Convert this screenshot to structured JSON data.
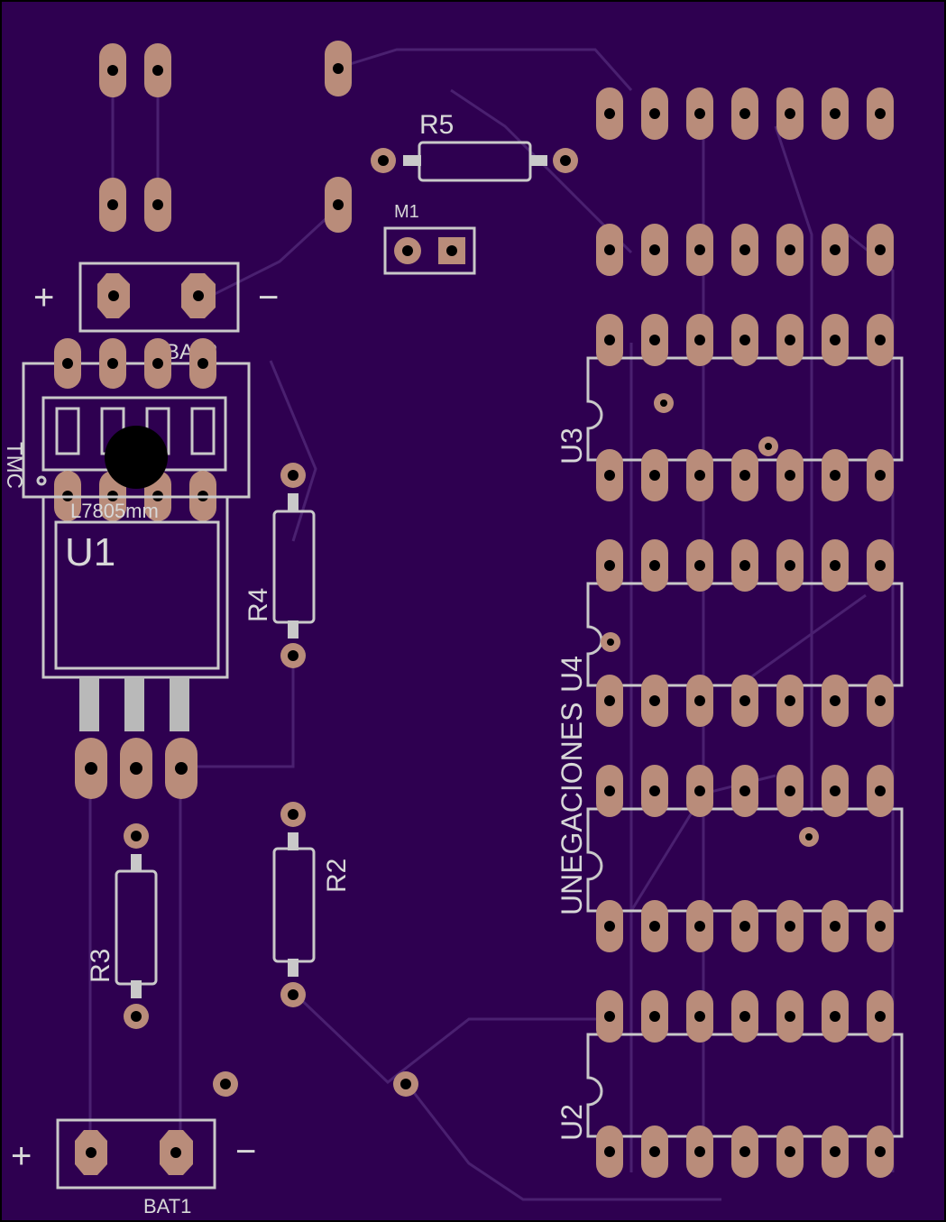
{
  "board": {
    "background": "#2e0050",
    "pad_color": "#b98c7a",
    "silkscreen_color": "#c9c9c9"
  },
  "labels": {
    "r5": "R5",
    "m1": "M1",
    "bat2": "BAT2",
    "plus": "+",
    "minus": "−",
    "tmc": "TMC",
    "tmc_sub": "L7805mm",
    "u1": "U1",
    "r4": "R4",
    "r2": "R2",
    "r3": "R3",
    "u3": "U3",
    "u4": "U4",
    "negaciones": "UNEGACIONES",
    "u2": "U2",
    "bat1": "BAT1"
  }
}
